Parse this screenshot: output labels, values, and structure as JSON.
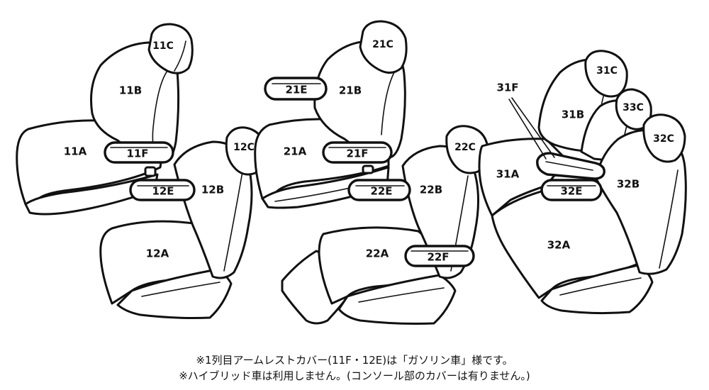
{
  "parts": {
    "11A": "11A",
    "11B": "11B",
    "11C": "11C",
    "11F": "11F",
    "12A": "12A",
    "12B": "12B",
    "12C": "12C",
    "12E": "12E",
    "21A": "21A",
    "21B": "21B",
    "21C": "21C",
    "21E": "21E",
    "21F": "21F",
    "22A": "22A",
    "22B": "22B",
    "22C": "22C",
    "22E": "22E",
    "22F": "22F",
    "31A": "31A",
    "31B": "31B",
    "31C": "31C",
    "31F": "31F",
    "32A": "32A",
    "32B": "32B",
    "32C": "32C",
    "32E": "32E",
    "33C": "33C"
  },
  "notes": [
    "※1列目アームレストカバー(11F・12E)は「ガソリン車」様です。",
    "※ハイブリッド車は利用しません。(コンソール部のカバーは有りません。)"
  ]
}
